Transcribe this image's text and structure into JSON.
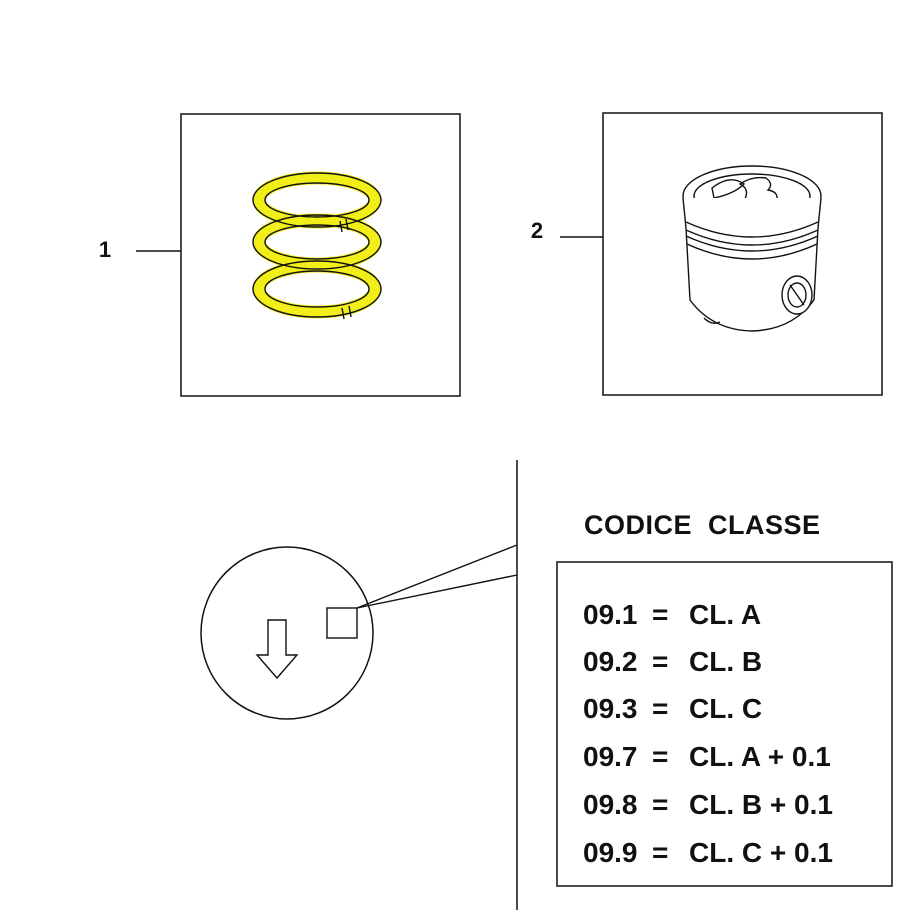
{
  "parts": [
    {
      "callout": "1"
    },
    {
      "callout": "2"
    }
  ],
  "legend": {
    "heading": "CODICE  CLASSE",
    "codes": [
      {
        "code": "09.1",
        "eq": "=",
        "class": "CL. A"
      },
      {
        "code": "09.2",
        "eq": "=",
        "class": "CL. B"
      },
      {
        "code": "09.3",
        "eq": "=",
        "class": "CL. C"
      },
      {
        "code": "09.7",
        "eq": "=",
        "class": "CL. A + 0.1"
      },
      {
        "code": "09.8",
        "eq": "=",
        "class": "CL. B + 0.1"
      },
      {
        "code": "09.9",
        "eq": "=",
        "class": "CL. C + 0.1"
      }
    ]
  },
  "colors": {
    "highlight": "#f2ee1a",
    "line": "#111111"
  },
  "icons": [
    "piston-rings-icon",
    "piston-icon",
    "arrow-down-icon",
    "class-marking-square-icon"
  ]
}
